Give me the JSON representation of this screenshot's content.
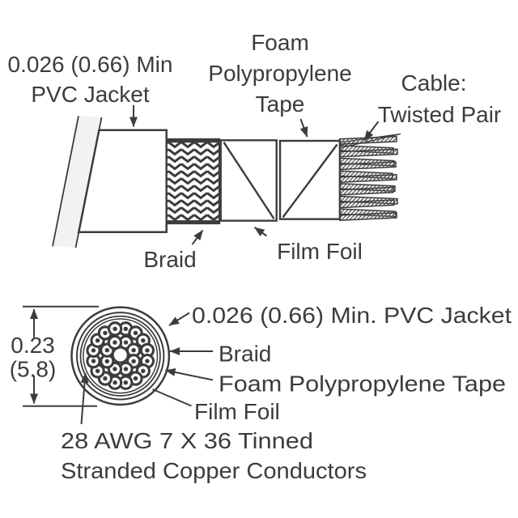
{
  "title": "Twisted pair cable construction diagram",
  "colors": {
    "ink": "#3c3c3e",
    "cut_fill": "#f2f2f2",
    "hatch": "#5c5c60",
    "background": "#ffffff"
  },
  "cutaway": {
    "jacket_label": {
      "line1": "0.026 (0.66) Min",
      "line2": "PVC Jacket"
    },
    "foam_tape_label": {
      "line1": "Foam",
      "line2": "Polypropylene",
      "line3": "Tape"
    },
    "cable_label": {
      "line1": "Cable:",
      "line2": "Twisted Pair"
    },
    "braid_label": "Braid",
    "film_foil_label": "Film Foil"
  },
  "cross_section": {
    "outer_diameter": {
      "inches": "0.23",
      "millimeters": "(5.8)"
    },
    "jacket_label": "0.026 (0.66) Min. PVC Jacket",
    "braid_label": "Braid",
    "foam_tape_label": "Foam Polypropylene Tape",
    "film_foil_label": "Film Foil",
    "conductor_label": {
      "line1": "28 AWG 7 X 36 Tinned",
      "line2": "Stranded Copper Conductors"
    },
    "conductor_rings": [
      16,
      8
    ]
  }
}
